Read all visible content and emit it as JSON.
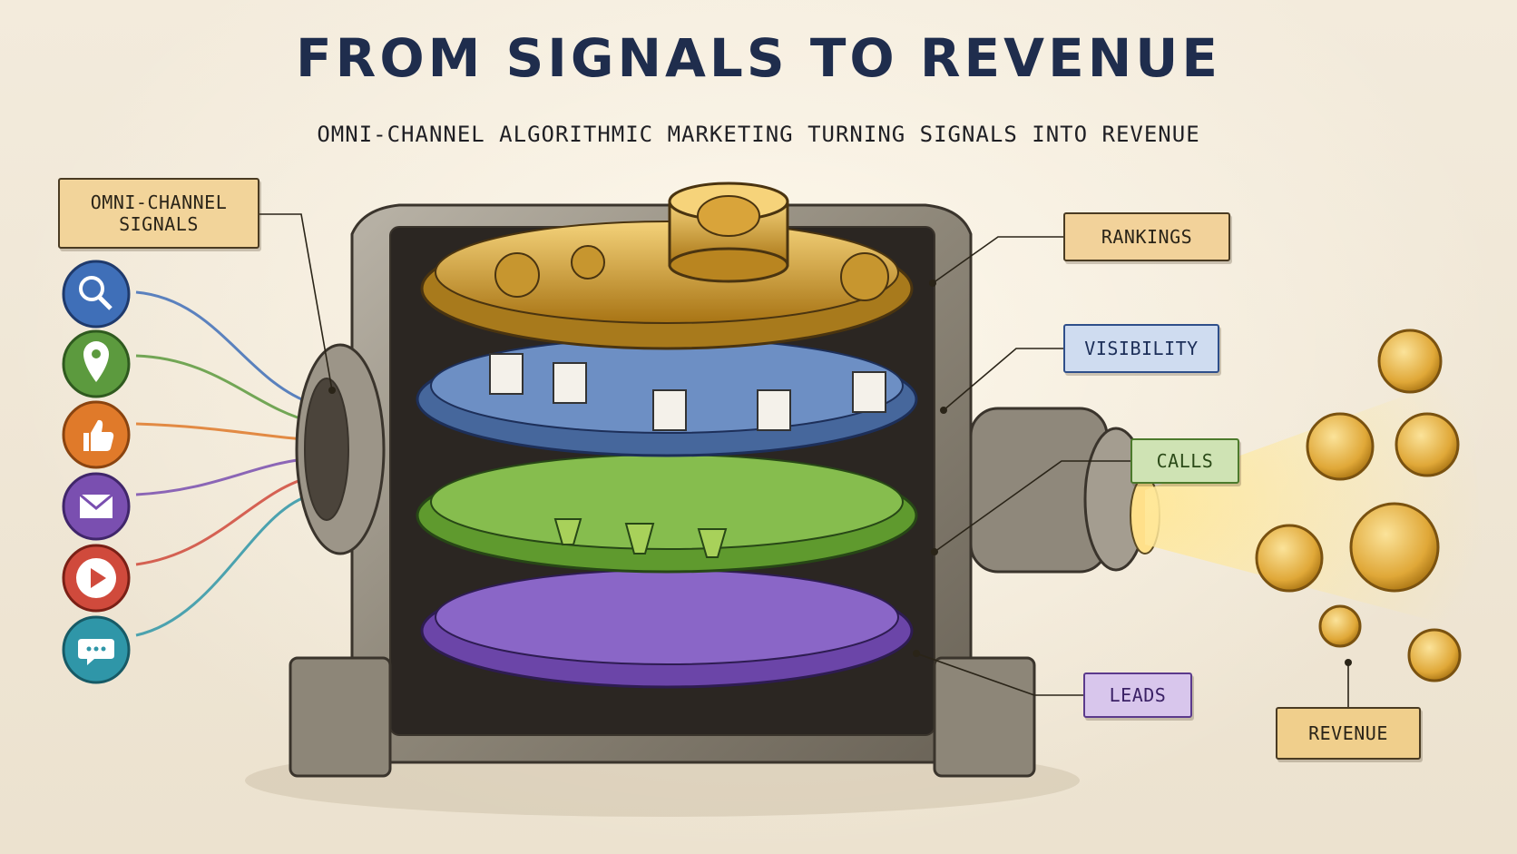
{
  "title": "FROM SIGNALS TO REVENUE",
  "subtitle": "OMNI-CHANNEL ALGORITHMIC MARKETING TURNING SIGNALS INTO REVENUE",
  "labels": {
    "signals": "OMNI-CHANNEL SIGNALS",
    "rankings": "RANKINGS",
    "visibility": "VISIBILITY",
    "calls": "CALLS",
    "leads": "LEADS",
    "revenue": "REVENUE"
  },
  "channels": [
    {
      "icon": "search-icon",
      "color": "#3f6fb8"
    },
    {
      "icon": "map-pin-icon",
      "color": "#5c9a3e"
    },
    {
      "icon": "thumbs-up-icon",
      "color": "#e07a2a"
    },
    {
      "icon": "envelope-icon",
      "color": "#7a4fb0"
    },
    {
      "icon": "play-icon",
      "color": "#d04a3c"
    },
    {
      "icon": "chat-bubble-icon",
      "color": "#2f96a8"
    }
  ],
  "layers": [
    {
      "name": "rankings",
      "color": "#c99a2e"
    },
    {
      "name": "visibility",
      "color": "#5a7fb8"
    },
    {
      "name": "calls",
      "color": "#6fa83a"
    },
    {
      "name": "leads",
      "color": "#7b55b5"
    }
  ],
  "colors": {
    "ink": "#1f2d4d",
    "gold": "#d9a93a",
    "paper": "#efe6d4"
  }
}
